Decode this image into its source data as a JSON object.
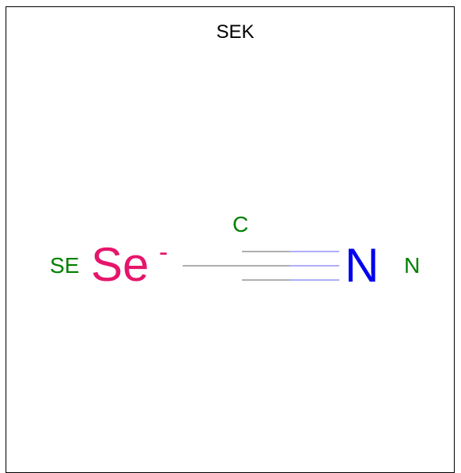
{
  "molecule": {
    "title": "SEK"
  },
  "atoms": {
    "se": {
      "symbol": "Se",
      "charge": "-",
      "label": "SE",
      "color": "#e6156b"
    },
    "c": {
      "label": "C"
    },
    "n": {
      "symbol": "N",
      "label": "N",
      "color": "#0000ee"
    }
  },
  "colors": {
    "atom_label": "#008000",
    "bond_gray": "#7f7f7f",
    "bond_blue": "#7f7ff6"
  }
}
